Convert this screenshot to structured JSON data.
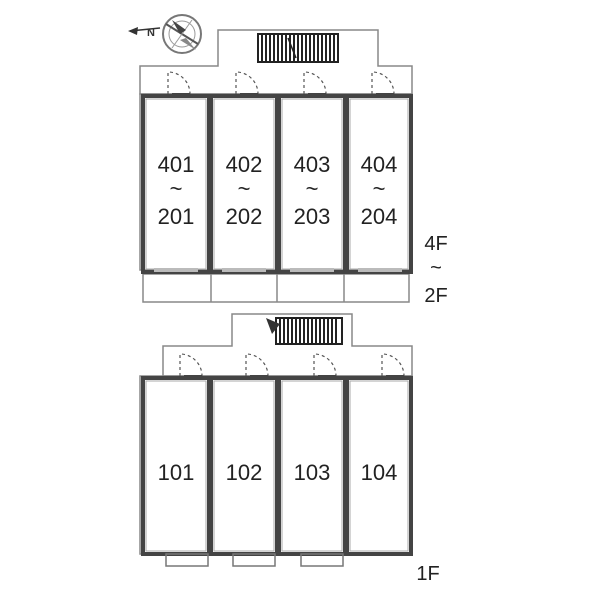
{
  "compass": {
    "label": "N"
  },
  "upper_block": {
    "floor_label_top": "4F",
    "floor_label_mid": "~",
    "floor_label_bottom": "2F",
    "units": [
      {
        "top": "401",
        "tilde": "~",
        "bottom": "201"
      },
      {
        "top": "402",
        "tilde": "~",
        "bottom": "202"
      },
      {
        "top": "403",
        "tilde": "~",
        "bottom": "203"
      },
      {
        "top": "404",
        "tilde": "~",
        "bottom": "204"
      }
    ]
  },
  "lower_block": {
    "floor_label": "1F",
    "units": [
      {
        "label": "101"
      },
      {
        "label": "102"
      },
      {
        "label": "103"
      },
      {
        "label": "104"
      }
    ]
  },
  "colors": {
    "wall": "#444444",
    "outline": "#888888",
    "dashed": "#555555",
    "stair_fill": "#222222"
  }
}
